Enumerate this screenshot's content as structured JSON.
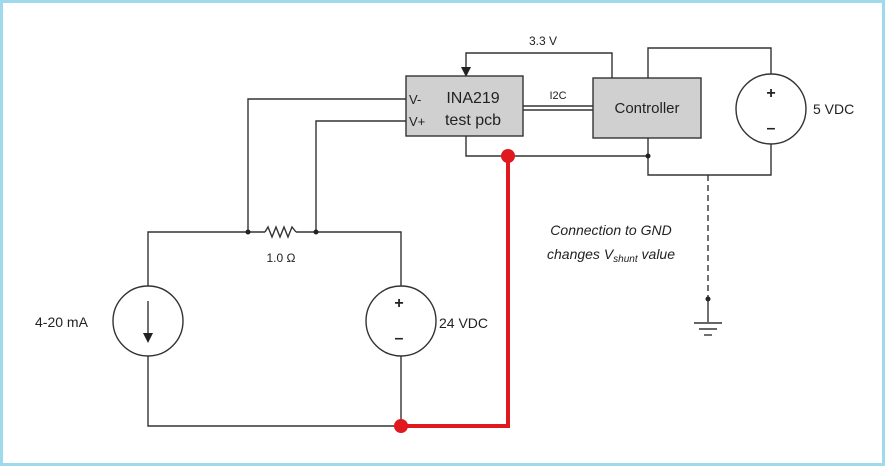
{
  "ina219": {
    "line1": "INA219",
    "line2": "test pcb",
    "pin_vminus": "V-",
    "pin_vplus": "V+"
  },
  "controller": {
    "label": "Controller"
  },
  "bus": {
    "i2c_label": "I2C",
    "supply_label": "3.3 V"
  },
  "resistor": {
    "label": "1.0 Ω"
  },
  "current_source": {
    "label": "4-20 mA"
  },
  "source_24v": {
    "label": "24 VDC",
    "plus": "+",
    "minus": "–"
  },
  "source_5v": {
    "label": "5 VDC",
    "plus": "+",
    "minus": "–"
  },
  "annotation": {
    "line1": "Connection to GND",
    "line2_prefix": "changes V",
    "line2_sub": "shunt",
    "line2_suffix": " value"
  },
  "colors": {
    "highlight_wire": "#e0191f",
    "border": "#9fd9ec",
    "block_fill": "#d0d0d0"
  }
}
